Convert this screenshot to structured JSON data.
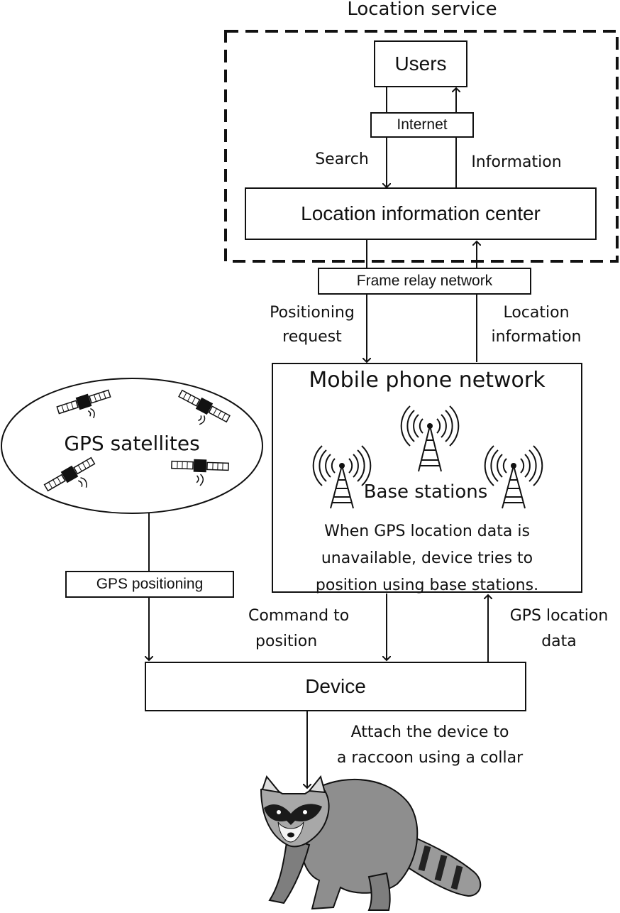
{
  "location_service": {
    "title": "Location service",
    "users": "Users",
    "internet": "Internet",
    "search": "Search",
    "information": "Information",
    "center": "Location information center"
  },
  "frame_relay": "Frame relay network",
  "positioning_request": [
    "Positioning",
    "request"
  ],
  "location_information": [
    "Location",
    "information"
  ],
  "mobile_network": {
    "title": "Mobile phone network",
    "base_stations": "Base stations",
    "note": [
      "When GPS location data is",
      "unavailable, device tries to",
      "position using base stations."
    ]
  },
  "gps_satellites": "GPS satellites",
  "gps_positioning": "GPS positioning",
  "command_to_position": [
    "Command to",
    "position"
  ],
  "gps_location_data": [
    "GPS location",
    "data"
  ],
  "device": "Device",
  "attach_note": [
    "Attach  the device to",
    "a raccoon using a collar"
  ]
}
